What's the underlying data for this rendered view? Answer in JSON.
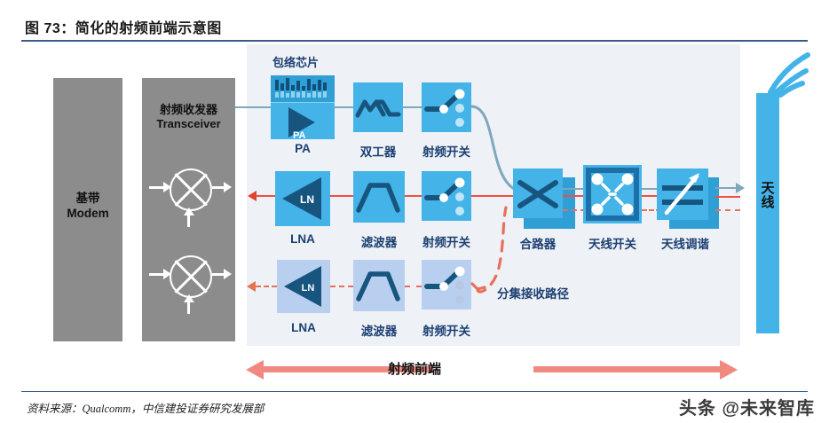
{
  "header": {
    "title": "图 73：简化的射频前端示意图"
  },
  "footer": {
    "source": "资料来源：Qualcomm，中信建投证券研究发展部",
    "watermark": "头条 @未来智库"
  },
  "colors": {
    "accent_blue": "#43b3e8",
    "dark_blue": "#17557f",
    "light_blue_block": "#b9cff0",
    "panel_bg": "#eef2f6",
    "gray_block": "#8c8c8c",
    "rx_red": "#f0503c",
    "diversity_red": "#e8705a",
    "tx_line": "#7fa7bd",
    "bracket_salmon": "#f08a80",
    "rule_blue": "#3a5a8c",
    "label_text": "#1c3f72"
  },
  "left_blocks": [
    {
      "id": "modem",
      "label": "基带\nModem",
      "label_line1": "基带",
      "label_line2": "Modem"
    },
    {
      "id": "transceiver",
      "label_line1": "射频收发器",
      "label_line2": "Transceiver"
    }
  ],
  "chain": {
    "tx_row": {
      "section_label": "包络芯片",
      "blocks": [
        {
          "name": "pa",
          "label": "PA",
          "inner_text": "PA",
          "icon": "amplifier-triangle-icon"
        },
        {
          "name": "duplexer",
          "label": "双工器",
          "icon": "duplexer-double-hump-icon"
        },
        {
          "name": "rf-switch-tx",
          "label": "射频开关",
          "icon": "rf-switch-icon"
        }
      ]
    },
    "rx_row": {
      "blocks": [
        {
          "name": "lna",
          "label": "LNA",
          "inner_text": "LN",
          "icon": "lna-triangle-icon"
        },
        {
          "name": "filter",
          "label": "滤波器",
          "icon": "filter-trapezoid-icon"
        },
        {
          "name": "rf-switch-rx",
          "label": "射频开关",
          "icon": "rf-switch-icon"
        }
      ]
    },
    "diversity_row": {
      "section_label": "分集接收路径",
      "blocks": [
        {
          "name": "lna-div",
          "label": "LNA",
          "inner_text": "LN",
          "icon": "lna-triangle-icon"
        },
        {
          "name": "filter-div",
          "label": "滤波器",
          "icon": "filter-trapezoid-icon"
        },
        {
          "name": "rf-switch-div",
          "label": "射频开关",
          "icon": "rf-switch-icon"
        }
      ]
    },
    "antenna_stage": [
      {
        "name": "combiner",
        "label": "合路器",
        "icon": "combiner-cross-icon"
      },
      {
        "name": "antenna-switch",
        "label": "天线开关",
        "icon": "antenna-switch-icon"
      },
      {
        "name": "antenna-tuner",
        "label": "天线调谐",
        "icon": "variable-capacitor-icon"
      }
    ]
  },
  "antenna": {
    "label_line1": "天",
    "label_line2": "线",
    "icon": "antenna-waves-icon"
  },
  "bracket": {
    "label": "射频前端"
  }
}
